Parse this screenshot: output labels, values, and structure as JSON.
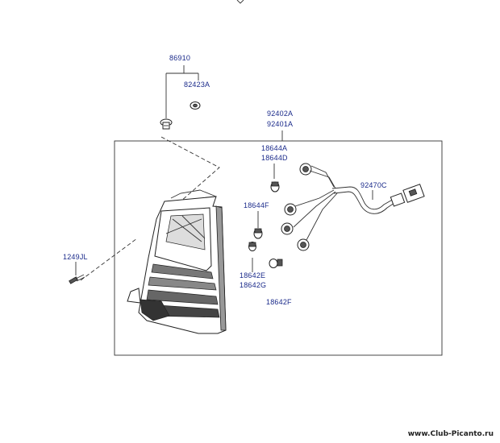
{
  "labels": {
    "p86910": "86910",
    "p82423A": "82423A",
    "p92402A": "92402A",
    "p92401A": "92401A",
    "p18644A": "18644A",
    "p18644D": "18644D",
    "p92470C": "92470C",
    "p18644F": "18644F",
    "p1249JL": "1249JL",
    "p18642E": "18642E",
    "p18642G": "18642G",
    "p18642F": "18642F"
  },
  "watermark": "www.Club-Picanto.ru",
  "colors": {
    "label": "#1a2a8a",
    "line": "#333333"
  }
}
